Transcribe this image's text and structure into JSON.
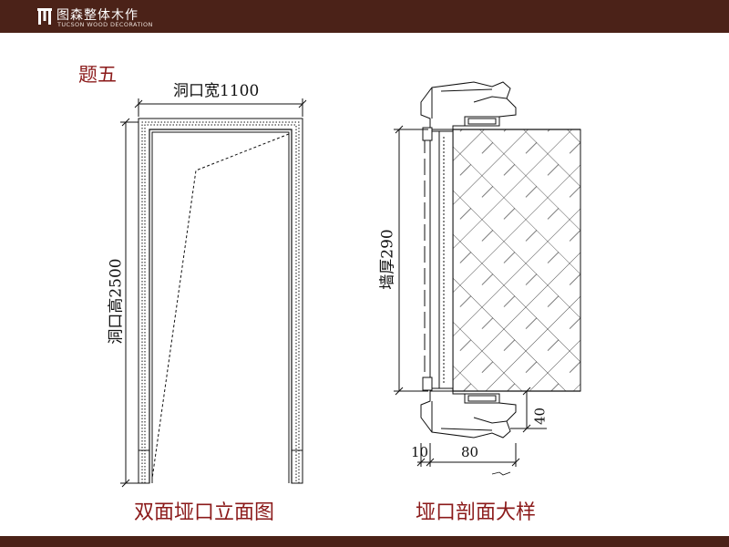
{
  "brand": {
    "name_cn": "图森整体木作",
    "name_en": "TUCSON WOOD DECORATION"
  },
  "question_title": "题五",
  "elevation": {
    "caption": "双面垭口立面图",
    "width_label": "洞口宽1100",
    "height_label": "洞口高2500"
  },
  "section": {
    "caption": "垭口剖面大样",
    "wall_label": "墙厚290",
    "dim_40": "40",
    "dim_10": "10",
    "dim_80": "80"
  },
  "colors": {
    "header_bg": "#4b2218",
    "caption_text": "#8b1a1a"
  }
}
